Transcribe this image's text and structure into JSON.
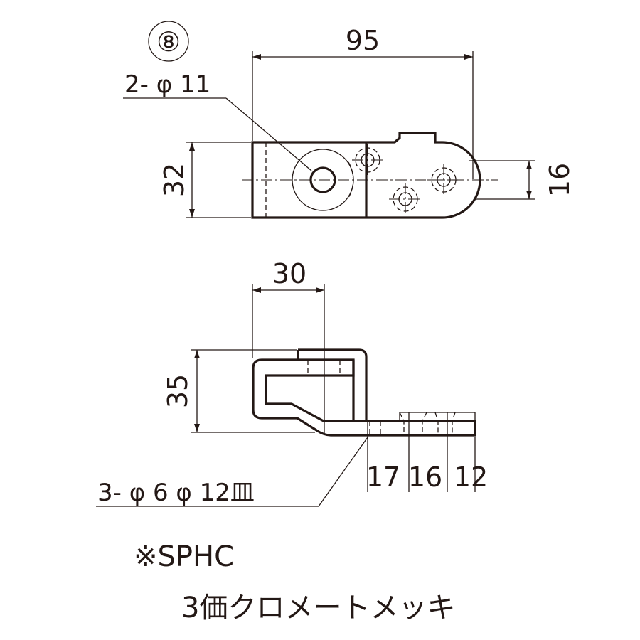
{
  "item_number": "⑧",
  "top_view": {
    "length": "95",
    "height": "32",
    "pitch": "16",
    "hole_callout": "2- φ 11"
  },
  "side_view": {
    "inset": "30",
    "height": "35",
    "spacing": [
      "17",
      "16",
      "12"
    ],
    "hole_callout": "3- φ 6 φ 12皿"
  },
  "notes": {
    "material": "※SPHC",
    "finish": "3価クロメートメッキ"
  }
}
